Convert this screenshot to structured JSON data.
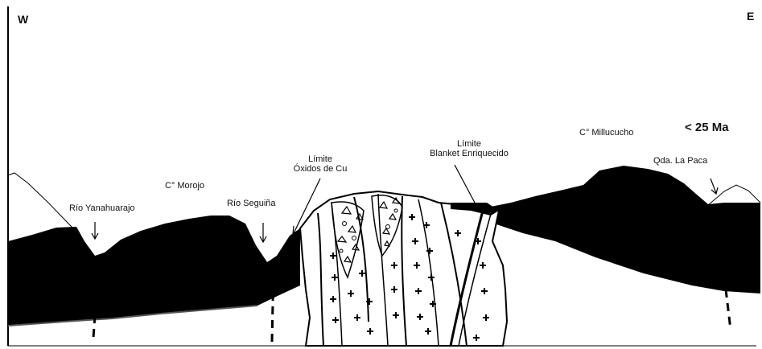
{
  "compass": {
    "west": "W",
    "east": "E"
  },
  "labels": {
    "rio_yanahuarajo": "Río Yanahuarajo",
    "cerro_morojo": "C° Morojo",
    "rio_seguina": "Río Seguiña",
    "limite_oxidos_1": "Límite",
    "limite_oxidos_2": "Óxidos de Cu",
    "limite_blanket_1": "Límite",
    "limite_blanket_2": "Blanket Enriquecido",
    "cerro_millucucho": "C° Millucucho",
    "age": "< 25 Ma",
    "qda_la_paca": "Qda. La Paca"
  },
  "colors": {
    "volcanic_cover": "#000000",
    "background": "#ffffff",
    "outline": "#111111"
  }
}
